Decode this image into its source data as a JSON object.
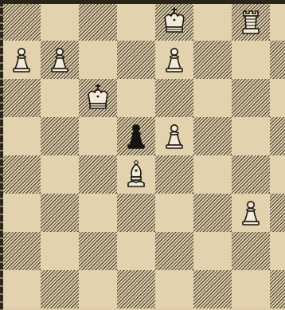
{
  "board": {
    "ranks": 8,
    "files": 8,
    "orientation": "white-bottom",
    "square_colors": {
      "light": "#e2d2ad",
      "dark": "#231c14"
    },
    "pieces": [
      {
        "square": "e8",
        "piece": "king",
        "color": "white",
        "icon": "king-icon"
      },
      {
        "square": "g8",
        "piece": "rook",
        "color": "white",
        "icon": "rook-icon"
      },
      {
        "square": "a7",
        "piece": "pawn",
        "color": "white",
        "icon": "pawn-icon"
      },
      {
        "square": "b7",
        "piece": "pawn",
        "color": "white",
        "icon": "pawn-icon"
      },
      {
        "square": "e7",
        "piece": "pawn",
        "color": "white",
        "icon": "pawn-icon"
      },
      {
        "square": "c6",
        "piece": "king",
        "color": "white",
        "icon": "king-icon"
      },
      {
        "square": "d5",
        "piece": "pawn",
        "color": "black",
        "icon": "pawn-icon"
      },
      {
        "square": "e5",
        "piece": "pawn",
        "color": "white",
        "icon": "pawn-icon"
      },
      {
        "square": "d4",
        "piece": "bishop",
        "color": "white",
        "icon": "bishop-icon"
      },
      {
        "square": "g3",
        "piece": "pawn",
        "color": "white",
        "icon": "pawn-icon"
      }
    ]
  }
}
